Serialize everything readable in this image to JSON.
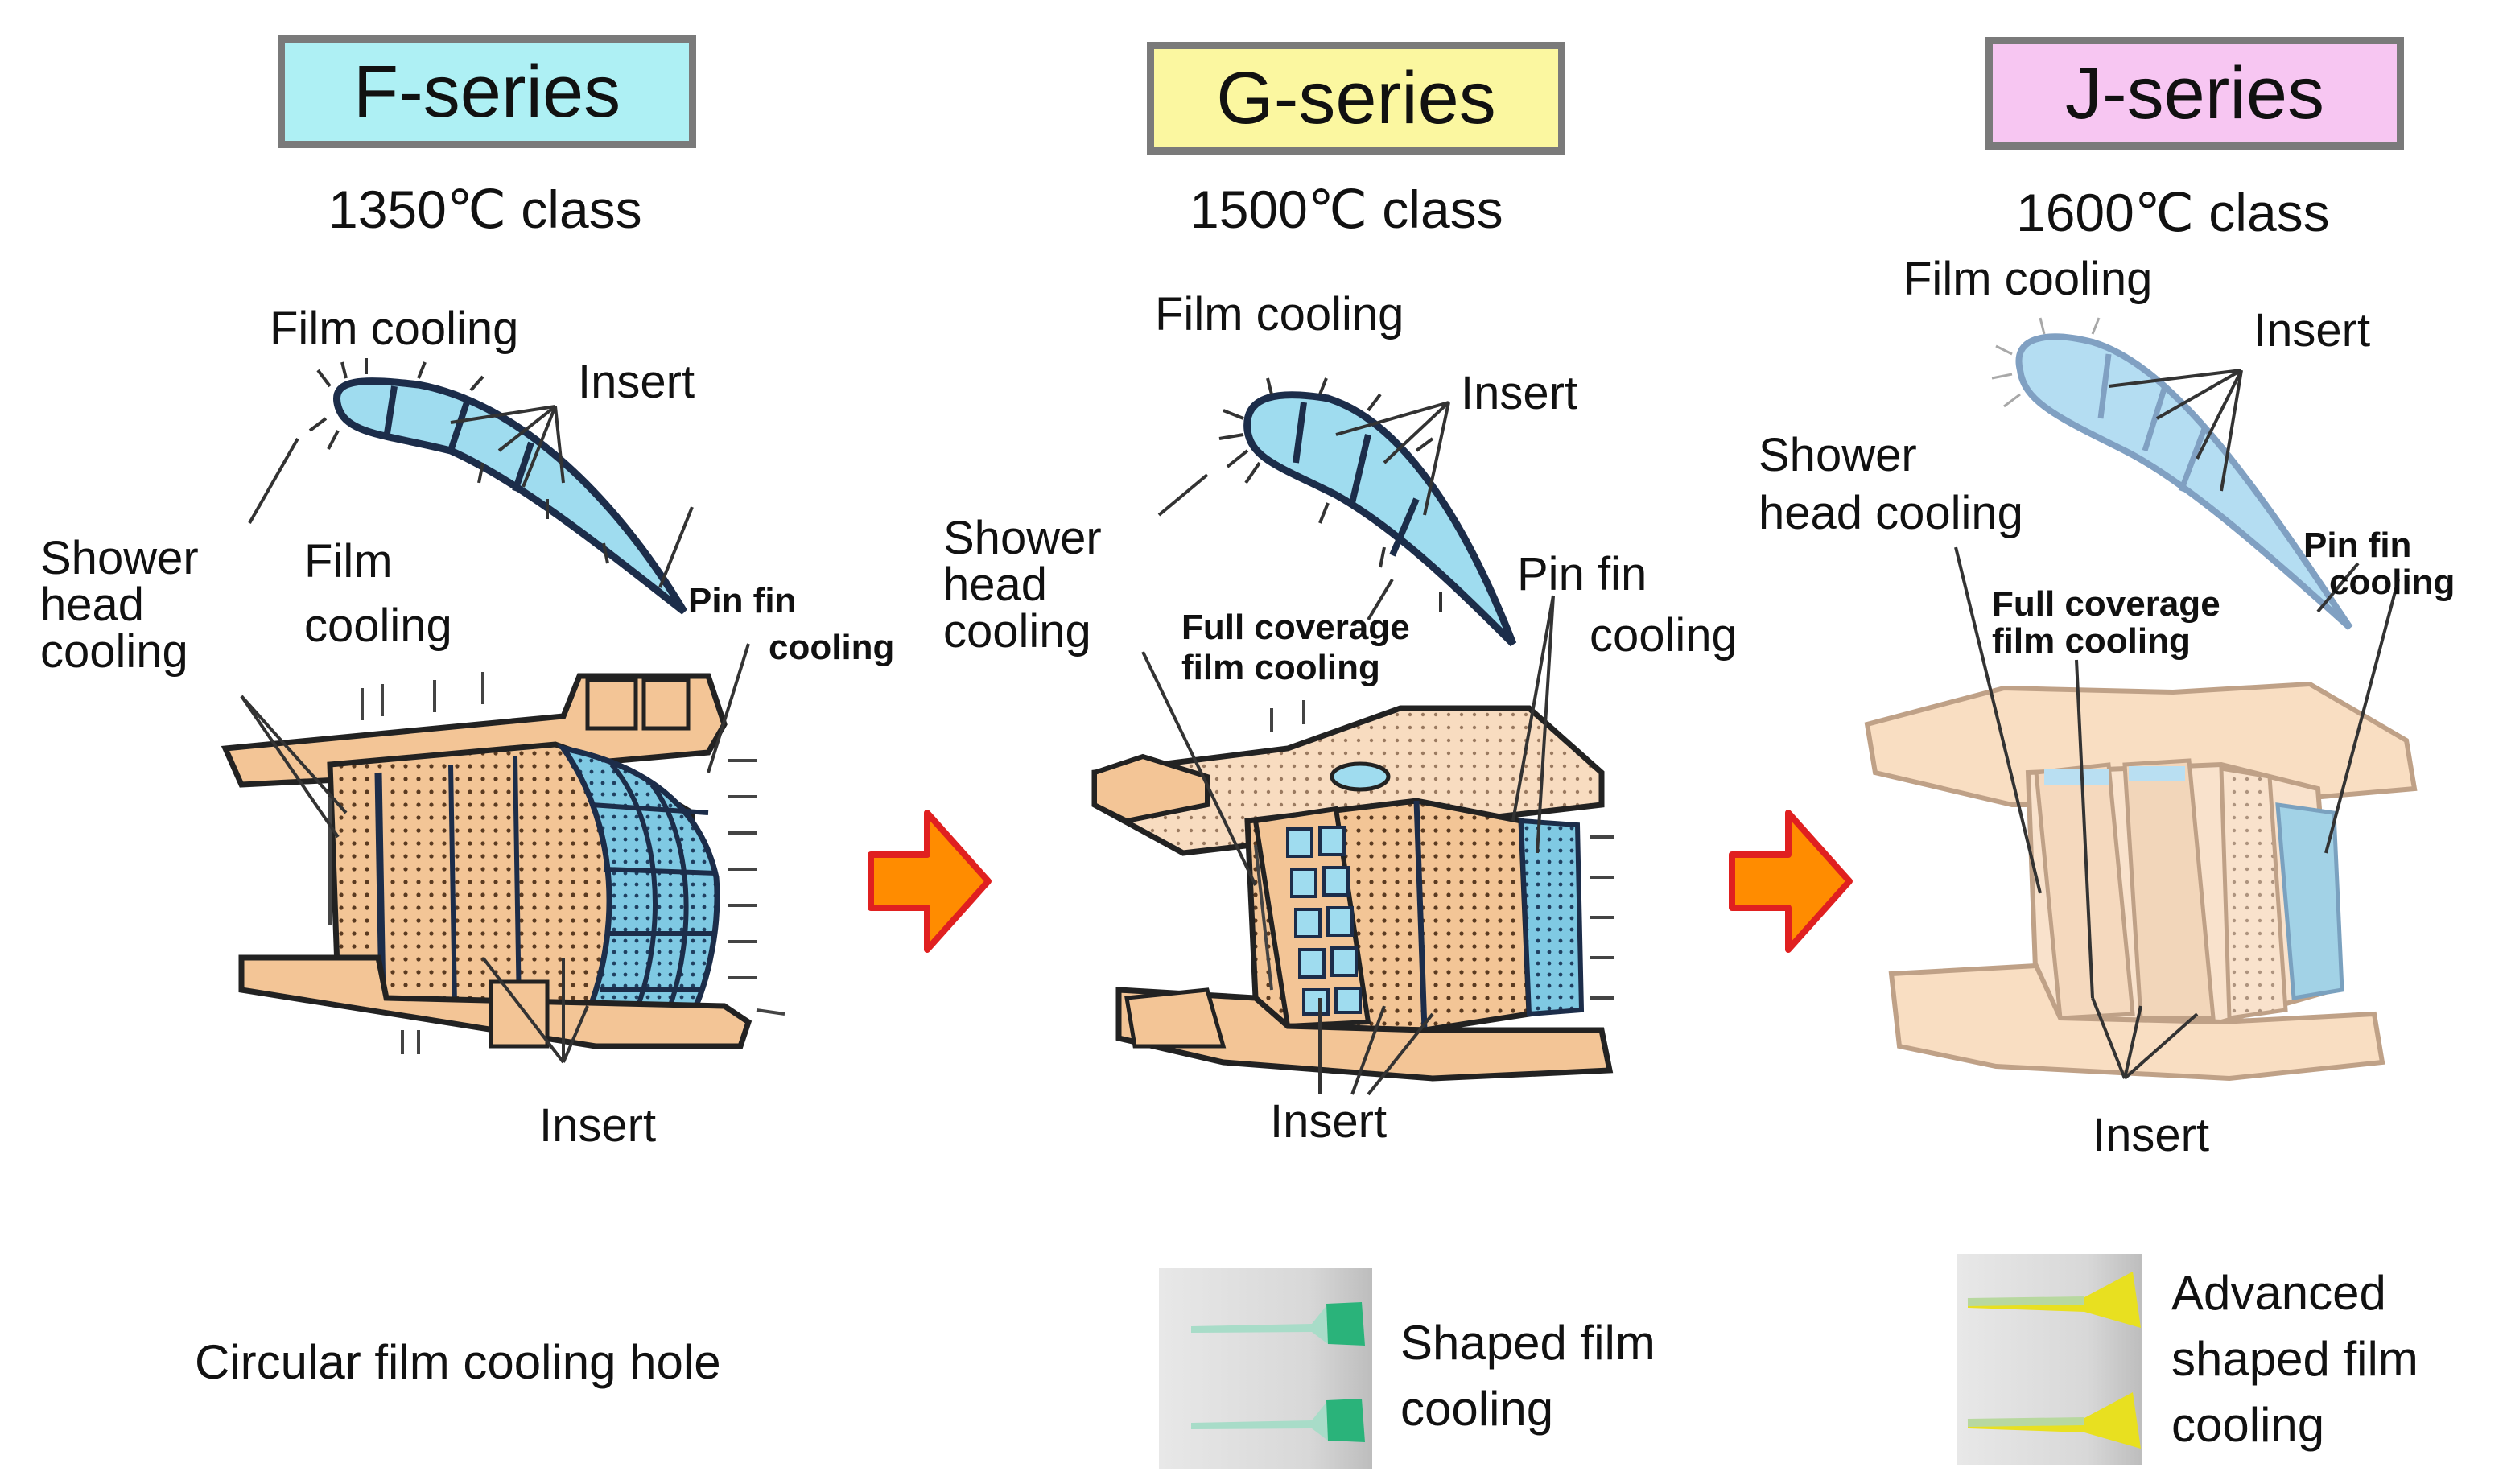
{
  "series": [
    {
      "name": "F-series",
      "temperature": "1350℃ class"
    },
    {
      "name": "G-series",
      "temperature": "1500℃ class"
    },
    {
      "name": "J-series",
      "temperature": "1600℃ class"
    }
  ],
  "labels": {
    "f_film_cooling_top": "Film cooling",
    "f_insert_top": "Insert",
    "f_shower_head": [
      "Shower",
      "head",
      "cooling"
    ],
    "f_film_cooling_mid": [
      "Film",
      "cooling"
    ],
    "f_pin_fin": [
      "Pin fin",
      "cooling"
    ],
    "f_insert_bottom": "Insert",
    "g_film_cooling_top": "Film cooling",
    "g_insert_top": "Insert",
    "g_shower_head": [
      "Shower",
      "head",
      "cooling"
    ],
    "g_pin_fin": [
      "Pin fin",
      "cooling"
    ],
    "g_full_coverage": [
      "Full coverage",
      "film cooling"
    ],
    "g_insert_bottom": "Insert",
    "j_film_cooling_top": "Film cooling",
    "j_insert_top": "Insert",
    "j_shower_head": [
      "Shower",
      "head cooling"
    ],
    "j_pin_fin": [
      "Pin fin",
      "cooling"
    ],
    "j_full_coverage": [
      "Full coverage",
      "film cooling"
    ],
    "j_insert_bottom": "Insert"
  },
  "captions": {
    "f": "Circular film cooling hole",
    "g": [
      "Shaped film",
      "cooling"
    ],
    "j": [
      "Advanced",
      "shaped film",
      "cooling"
    ]
  },
  "colors": {
    "f_box": "#aef0f4",
    "g_box": "#fbf7a0",
    "j_box": "#f7c6f2",
    "vane_body": "#f5c89a",
    "coolant_blue": "#8fd3ea",
    "arrow_fill": "#ff8c00",
    "arrow_outline": "#e02020",
    "hole_green": "#2ab37a",
    "hole_yellow": "#e8e020"
  }
}
